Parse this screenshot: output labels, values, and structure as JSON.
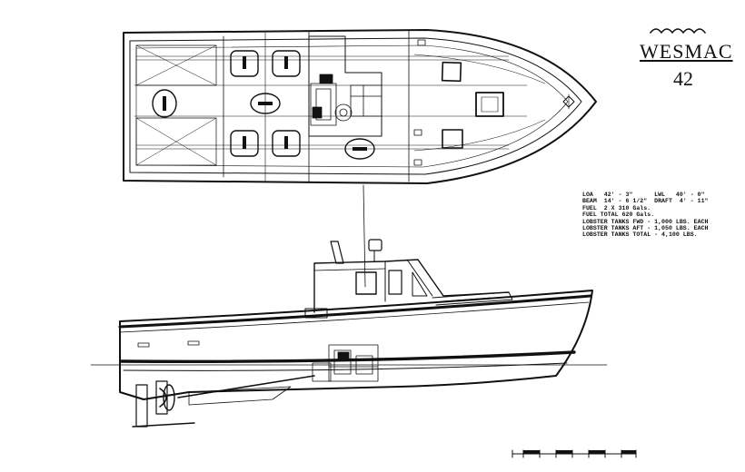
{
  "logo": {
    "name": "WESMAC",
    "model": "42"
  },
  "specs": [
    "LOA   42' - 3\"      LWL   40' - 0\"",
    "BEAM  14' - 6 1/2\"  DRAFT  4' - 11\"",
    "FUEL  2 X 310 Gals.",
    "FUEL TOTAL 620 Gals.",
    "LOBSTER TANKS FWD - 1,000 LBS. EACH",
    "LOBSTER TANKS AFT - 1,050 LBS. EACH",
    "LOBSTER TANKS TOTAL - 4,100 LBS."
  ]
}
